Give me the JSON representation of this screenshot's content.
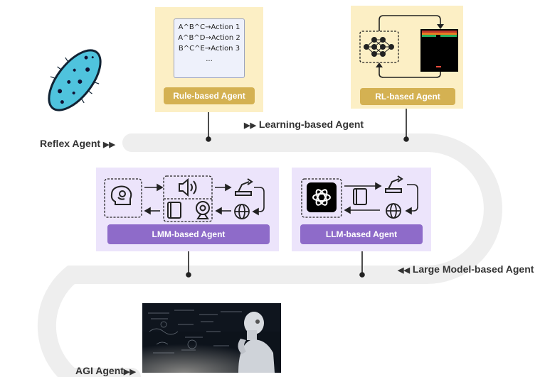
{
  "stages": {
    "reflex": "Reflex Agent",
    "learning": "Learning-based Agent",
    "large_model": "Large Model-based Agent",
    "agi": "AGI Agent"
  },
  "panels": {
    "rule": {
      "button": "Rule-based Agent",
      "rules": [
        "A^B^C→Action 1",
        "A^B^D→Action 2",
        "B^C^E→Action 3",
        "..."
      ]
    },
    "rl": {
      "button": "RL-based Agent"
    },
    "lmm": {
      "button": "LMM-based Agent"
    },
    "llm": {
      "button": "LLM-based Agent"
    }
  },
  "colors": {
    "yellow_panel": "#fcefc5",
    "gold_button": "#d4b152",
    "purple_panel": "#ece4fb",
    "purple_button": "#8e6bc9",
    "track": "#eeeeee",
    "organism": "#4fc3dd"
  },
  "icons": [
    "bacterium-icon",
    "neural-network-icon",
    "game-screen-icon",
    "brain-icon",
    "speaker-icon",
    "book-icon",
    "webcam-icon",
    "robot-arm-icon",
    "globe-icon",
    "openai-logo-icon"
  ]
}
